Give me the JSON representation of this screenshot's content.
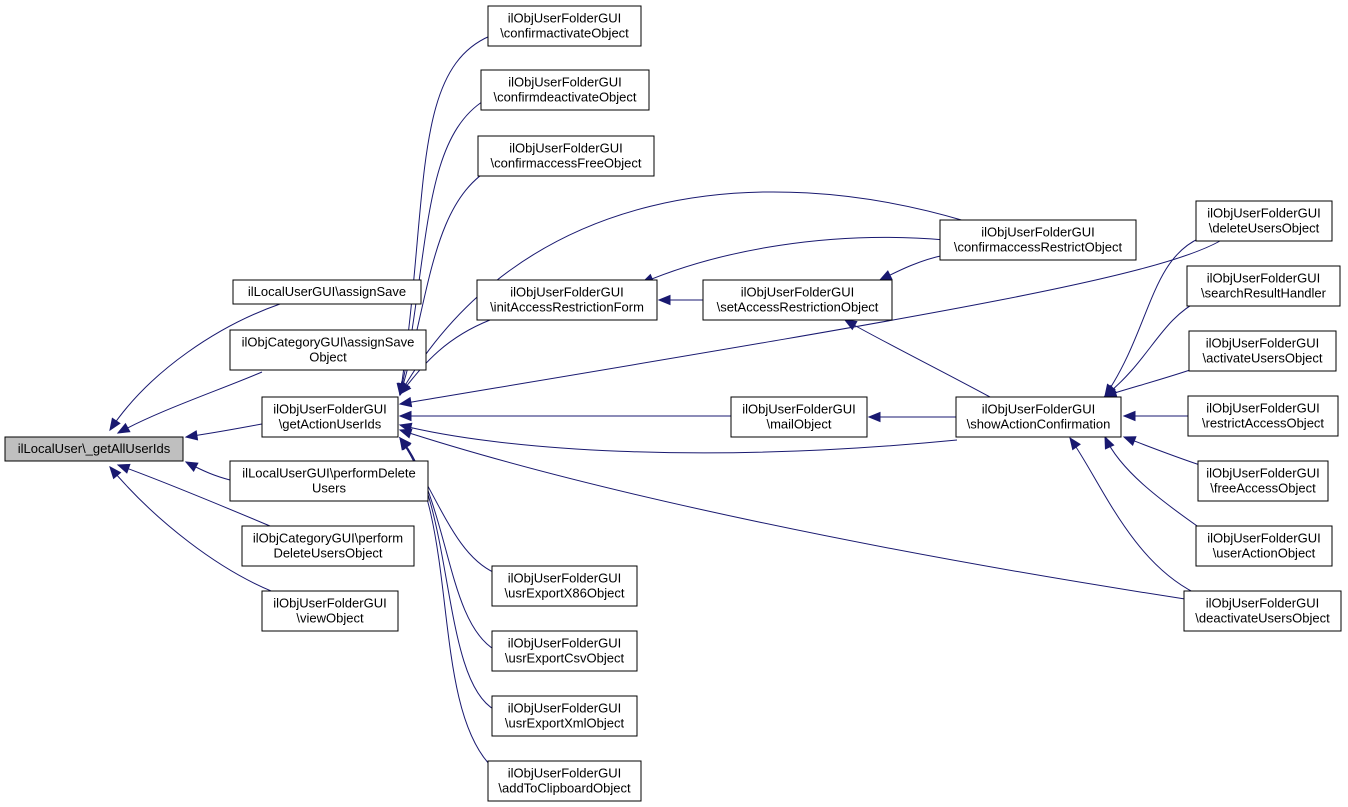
{
  "root": "n0",
  "colors": {
    "edge": "#191970",
    "node_border": "#000000",
    "root_fill": "#bfbfbf",
    "node_fill": "#ffffff"
  },
  "nodes": [
    {
      "id": "n0",
      "lines": [
        "ilLocalUser\\_getAllUserIds"
      ]
    },
    {
      "id": "n1",
      "lines": [
        "ilLocalUserGUI\\assignSave"
      ]
    },
    {
      "id": "n2",
      "lines": [
        "ilObjCategoryGUI\\assignSave",
        "Object"
      ]
    },
    {
      "id": "n3",
      "lines": [
        "ilObjUserFolderGUI",
        "\\getActionUserIds"
      ]
    },
    {
      "id": "n4",
      "lines": [
        "ilLocalUserGUI\\performDelete",
        "Users"
      ]
    },
    {
      "id": "n5",
      "lines": [
        "ilObjCategoryGUI\\perform",
        "DeleteUsersObject"
      ]
    },
    {
      "id": "n6",
      "lines": [
        "ilObjUserFolderGUI",
        "\\viewObject"
      ]
    },
    {
      "id": "n7",
      "lines": [
        "ilObjUserFolderGUI",
        "\\confirmactivateObject"
      ]
    },
    {
      "id": "n8",
      "lines": [
        "ilObjUserFolderGUI",
        "\\confirmdeactivateObject"
      ]
    },
    {
      "id": "n9",
      "lines": [
        "ilObjUserFolderGUI",
        "\\confirmaccessFreeObject"
      ]
    },
    {
      "id": "n10",
      "lines": [
        "ilObjUserFolderGUI",
        "\\initAccessRestrictionForm"
      ]
    },
    {
      "id": "n11",
      "lines": [
        "ilObjUserFolderGUI",
        "\\setAccessRestrictionObject"
      ]
    },
    {
      "id": "n12",
      "lines": [
        "ilObjUserFolderGUI",
        "\\confirmaccessRestrictObject"
      ]
    },
    {
      "id": "n13",
      "lines": [
        "ilObjUserFolderGUI",
        "\\mailObject"
      ]
    },
    {
      "id": "n14",
      "lines": [
        "ilObjUserFolderGUI",
        "\\showActionConfirmation"
      ]
    },
    {
      "id": "n15",
      "lines": [
        "ilObjUserFolderGUI",
        "\\usrExportX86Object"
      ]
    },
    {
      "id": "n16",
      "lines": [
        "ilObjUserFolderGUI",
        "\\usrExportCsvObject"
      ]
    },
    {
      "id": "n17",
      "lines": [
        "ilObjUserFolderGUI",
        "\\usrExportXmlObject"
      ]
    },
    {
      "id": "n18",
      "lines": [
        "ilObjUserFolderGUI",
        "\\addToClipboardObject"
      ]
    },
    {
      "id": "n19",
      "lines": [
        "ilObjUserFolderGUI",
        "\\deleteUsersObject"
      ]
    },
    {
      "id": "n20",
      "lines": [
        "ilObjUserFolderGUI",
        "\\searchResultHandler"
      ]
    },
    {
      "id": "n21",
      "lines": [
        "ilObjUserFolderGUI",
        "\\activateUsersObject"
      ]
    },
    {
      "id": "n22",
      "lines": [
        "ilObjUserFolderGUI",
        "\\restrictAccessObject"
      ]
    },
    {
      "id": "n23",
      "lines": [
        "ilObjUserFolderGUI",
        "\\freeAccessObject"
      ]
    },
    {
      "id": "n24",
      "lines": [
        "ilObjUserFolderGUI",
        "\\userActionObject"
      ]
    },
    {
      "id": "n25",
      "lines": [
        "ilObjUserFolderGUI",
        "\\deactivateUsersObject"
      ]
    }
  ],
  "edges": [
    {
      "from": "n1",
      "to": "n0"
    },
    {
      "from": "n2",
      "to": "n0"
    },
    {
      "from": "n3",
      "to": "n0"
    },
    {
      "from": "n4",
      "to": "n0"
    },
    {
      "from": "n5",
      "to": "n0"
    },
    {
      "from": "n6",
      "to": "n0"
    },
    {
      "from": "n7",
      "to": "n3"
    },
    {
      "from": "n8",
      "to": "n3"
    },
    {
      "from": "n9",
      "to": "n3"
    },
    {
      "from": "n10",
      "to": "n3"
    },
    {
      "from": "n12",
      "to": "n3"
    },
    {
      "from": "n19",
      "to": "n3"
    },
    {
      "from": "n13",
      "to": "n3"
    },
    {
      "from": "n14",
      "to": "n3"
    },
    {
      "from": "n25",
      "to": "n3"
    },
    {
      "from": "n15",
      "to": "n3"
    },
    {
      "from": "n16",
      "to": "n3"
    },
    {
      "from": "n17",
      "to": "n3"
    },
    {
      "from": "n18",
      "to": "n3"
    },
    {
      "from": "n11",
      "to": "n10"
    },
    {
      "from": "n12",
      "to": "n10"
    },
    {
      "from": "n12",
      "to": "n11"
    },
    {
      "from": "n14",
      "to": "n11"
    },
    {
      "from": "n14",
      "to": "n13"
    },
    {
      "from": "n19",
      "to": "n14"
    },
    {
      "from": "n20",
      "to": "n14"
    },
    {
      "from": "n21",
      "to": "n14"
    },
    {
      "from": "n22",
      "to": "n14"
    },
    {
      "from": "n23",
      "to": "n14"
    },
    {
      "from": "n24",
      "to": "n14"
    },
    {
      "from": "n25",
      "to": "n14"
    }
  ]
}
